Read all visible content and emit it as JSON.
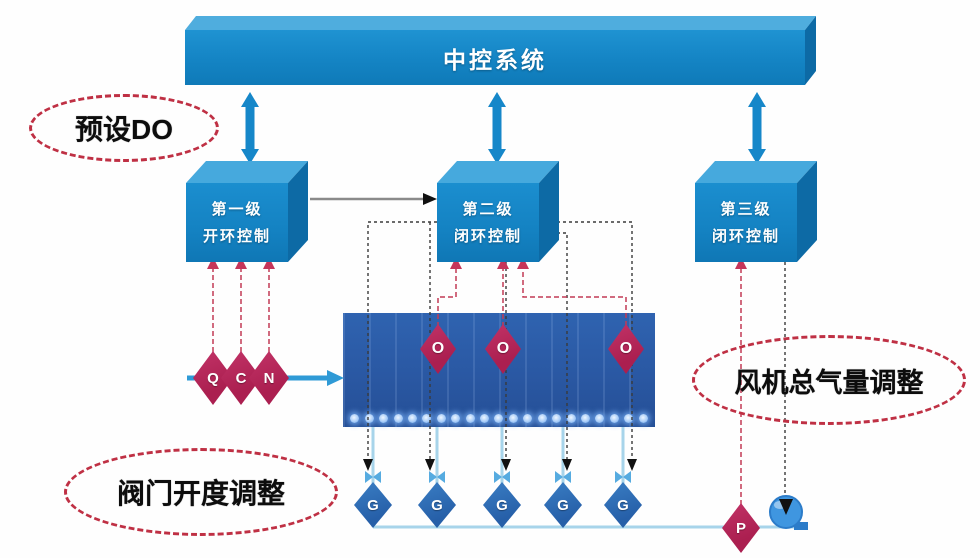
{
  "title_bar": {
    "label": "中控系统"
  },
  "boxes": [
    {
      "line1": "第一级",
      "line2": "开环控制"
    },
    {
      "line1": "第二级",
      "line2": "闭环控制"
    },
    {
      "line1": "第三级",
      "line2": "闭环控制"
    }
  ],
  "annotations": {
    "preset_do": "预设DO",
    "fan_total_air": "风机总气量调整",
    "valve_opening": "阀门开度调整"
  },
  "sensors": {
    "inlet": [
      "Q",
      "C",
      "N"
    ],
    "do_meters": [
      "O",
      "O",
      "O"
    ],
    "gas_meters": [
      "G",
      "G",
      "G",
      "G",
      "G"
    ],
    "pressure": "P"
  },
  "tank": {
    "diffuser_count": 21
  },
  "colors": {
    "primary_blue": "#1687c9",
    "box_top_blue": "#46a9dd",
    "box_side_blue": "#0d6aa5",
    "tank_blue": "#2a58a3",
    "sensor_crimson": "#b32557",
    "meter_steel_blue": "#2b6ab3",
    "signal_red_dash": "#c23a55",
    "signal_black_dash": "#3a3a3a",
    "pipe_light_blue": "#a7d4ea",
    "annotation_red": "#bf3044"
  }
}
